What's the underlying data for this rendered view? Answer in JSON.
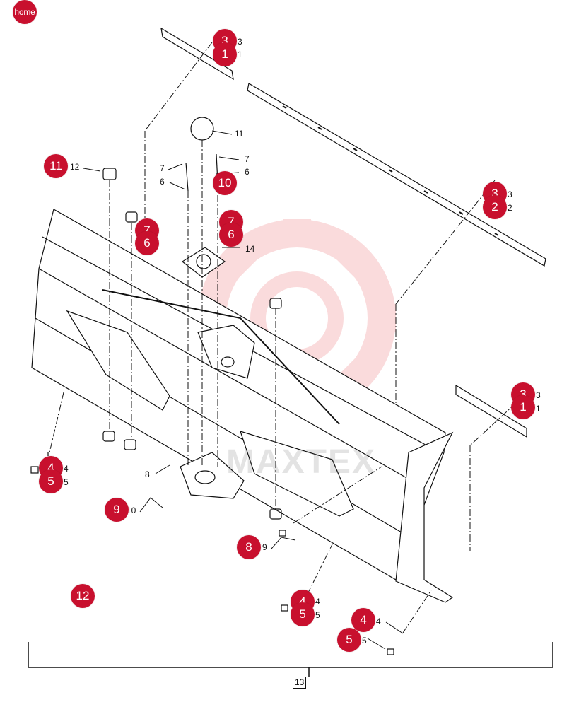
{
  "watermark": {
    "text": "MAXTEX",
    "color": "#e8454a"
  },
  "accent_color": "#c8102e",
  "home_button": {
    "label": "home"
  },
  "callouts": [
    {
      "id": "c-3-top",
      "label": "3"
    },
    {
      "id": "c-1-top",
      "label": "1"
    },
    {
      "id": "c-3-right",
      "label": "3"
    },
    {
      "id": "c-2-right",
      "label": "2"
    },
    {
      "id": "c-11",
      "label": "11"
    },
    {
      "id": "c-10",
      "label": "10"
    },
    {
      "id": "c-7a",
      "label": "7"
    },
    {
      "id": "c-6a",
      "label": "6"
    },
    {
      "id": "c-7b",
      "label": "7"
    },
    {
      "id": "c-6b",
      "label": "6"
    },
    {
      "id": "c-3-low",
      "label": "3"
    },
    {
      "id": "c-1-low",
      "label": "1"
    },
    {
      "id": "c-4-left",
      "label": "4"
    },
    {
      "id": "c-5-left",
      "label": "5"
    },
    {
      "id": "c-9",
      "label": "9"
    },
    {
      "id": "c-8",
      "label": "8"
    },
    {
      "id": "c-4-mid",
      "label": "4"
    },
    {
      "id": "c-5-mid",
      "label": "5"
    },
    {
      "id": "c-4-bot",
      "label": "4"
    },
    {
      "id": "c-5-bot",
      "label": "5"
    },
    {
      "id": "c-12",
      "label": "12"
    }
  ],
  "part_labels": [
    {
      "id": "l-3-top",
      "text": "3"
    },
    {
      "id": "l-1-top",
      "text": "1"
    },
    {
      "id": "l-11",
      "text": "11"
    },
    {
      "id": "l-12",
      "text": "12"
    },
    {
      "id": "l-7a",
      "text": "7"
    },
    {
      "id": "l-6a",
      "text": "6"
    },
    {
      "id": "l-7b",
      "text": "7"
    },
    {
      "id": "l-6b",
      "text": "6"
    },
    {
      "id": "l-3-right",
      "text": "3"
    },
    {
      "id": "l-2-right",
      "text": "2"
    },
    {
      "id": "l-14",
      "text": "14"
    },
    {
      "id": "l-3-low",
      "text": "3"
    },
    {
      "id": "l-1-low",
      "text": "1"
    },
    {
      "id": "l-4-left",
      "text": "4"
    },
    {
      "id": "l-5-left",
      "text": "5"
    },
    {
      "id": "l-8",
      "text": "8"
    },
    {
      "id": "l-10",
      "text": "10"
    },
    {
      "id": "l-9",
      "text": "9"
    },
    {
      "id": "l-4-mid",
      "text": "4"
    },
    {
      "id": "l-5-mid",
      "text": "5"
    },
    {
      "id": "l-4-bot",
      "text": "4"
    },
    {
      "id": "l-5-bot",
      "text": "5"
    }
  ],
  "assembly_label": "13"
}
